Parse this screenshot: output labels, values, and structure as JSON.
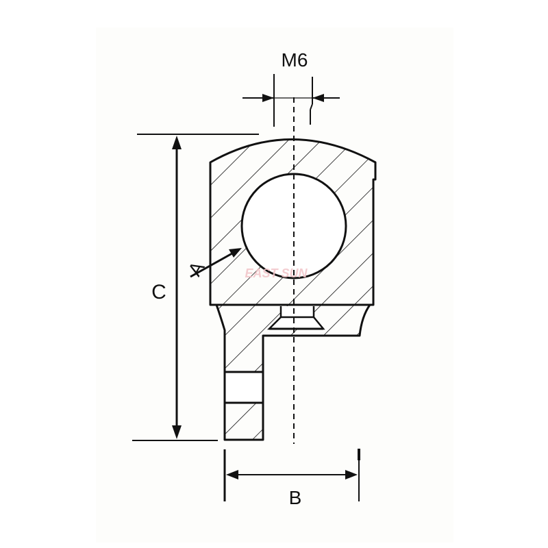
{
  "drawing": {
    "type": "technical cross-section drawing",
    "labels": {
      "thread": "M6",
      "dim_a": "A",
      "dim_b": "B",
      "dim_c": "C"
    },
    "watermark": "EAST SUN",
    "colors": {
      "line": "#111111",
      "background": "#ffffff",
      "panel": "#fdfdfb",
      "watermark": "#f2c4c8"
    }
  }
}
